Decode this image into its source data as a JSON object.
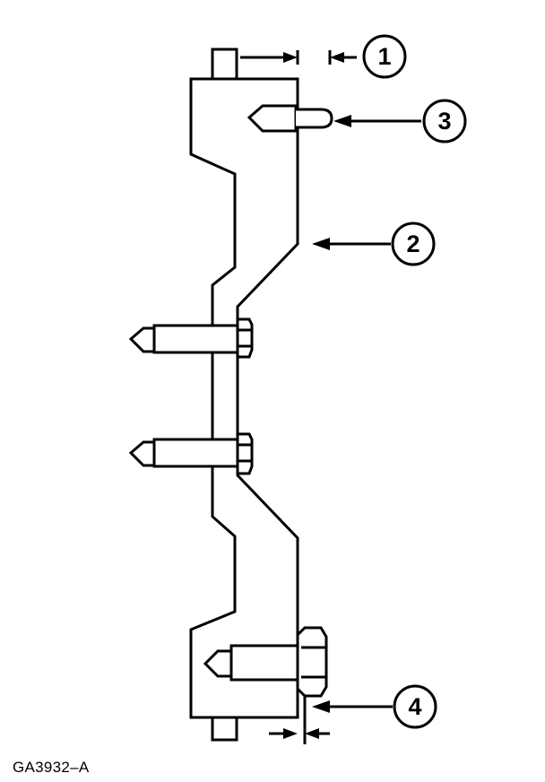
{
  "callouts": [
    "1",
    "2",
    "3",
    "4"
  ],
  "figure_id": "GA3932–A"
}
